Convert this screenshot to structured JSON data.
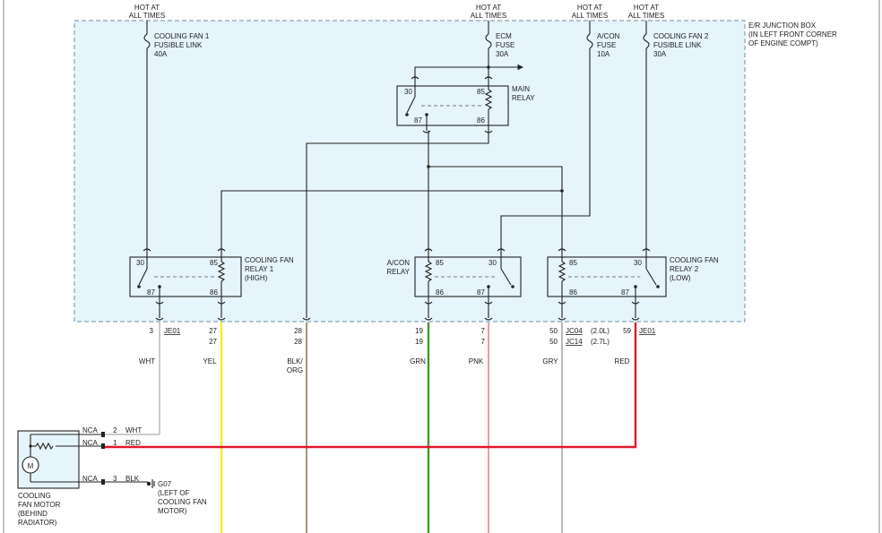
{
  "colors": {
    "junction_fill": "#e6f4fb",
    "junction_border": "#8aa3b3",
    "wire_wht": "#cccccc",
    "wire_yel": "#f2ec2a",
    "wire_blk_org": "#a0967a",
    "wire_grn": "#3f9a2a",
    "wire_pnk": "#ef9aa8",
    "wire_gry": "#b9b9b9",
    "wire_red": "#e0182b"
  },
  "hot_labels": {
    "fan1": [
      "HOT AT",
      "ALL TIMES"
    ],
    "ecm": [
      "HOT AT",
      "ALL TIMES"
    ],
    "acon": [
      "HOT AT",
      "ALL TIMES"
    ],
    "fan2": [
      "HOT AT",
      "ALL TIMES"
    ]
  },
  "junction_box": {
    "title": [
      "E/R JUNCTION BOX",
      "(IN LEFT FRONT CORNER",
      "OF ENGINE COMPT)"
    ]
  },
  "fuses": {
    "fan1": [
      "COOLING FAN 1",
      "FUSIBLE LINK",
      "40A"
    ],
    "ecm": [
      "ECM",
      "FUSE",
      "30A"
    ],
    "acon": [
      "A/CON",
      "FUSE",
      "10A"
    ],
    "fan2": [
      "COOLING FAN 2",
      "FUSIBLE LINK",
      "30A"
    ]
  },
  "relays": {
    "main": {
      "name": [
        "MAIN",
        "RELAY"
      ],
      "pins": [
        "30",
        "85",
        "87",
        "86"
      ]
    },
    "fan1": {
      "name": [
        "COOLING FAN",
        "RELAY 1",
        "(HIGH)"
      ],
      "pins": [
        "30",
        "85",
        "87",
        "86"
      ]
    },
    "acon": {
      "name": [
        "A/CON",
        "RELAY"
      ],
      "pins": [
        "85",
        "30",
        "86",
        "87"
      ]
    },
    "fan2": {
      "name": [
        "COOLING FAN",
        "RELAY 2",
        "(LOW)"
      ],
      "pins": [
        "85",
        "30",
        "86",
        "87"
      ]
    }
  },
  "terminals": {
    "wht": {
      "pin1": "3",
      "conn": "JE01",
      "color": "WHT"
    },
    "yel": {
      "pin1": "27",
      "pin2": "27",
      "color": "YEL"
    },
    "blkorg": {
      "pin1": "28",
      "pin2": "28",
      "color1": "BLK/",
      "color2": "ORG"
    },
    "grn": {
      "pin1": "19",
      "pin2": "19",
      "color": "GRN"
    },
    "pnk": {
      "pin1": "7",
      "pin2": "7",
      "color": "PNK"
    },
    "gry": {
      "pin1": "50",
      "pin2": "50",
      "conn1": "JC04",
      "conn2": "JC14",
      "note1": "(2.0L)",
      "note2": "(2.7L)",
      "color": "GRY"
    },
    "red": {
      "pin1": "59",
      "conn": "JE01",
      "color": "RED"
    }
  },
  "motor": {
    "symbol": "M",
    "name": [
      "COOLING",
      "FAN MOTOR",
      "(BEHIND",
      "RADIATOR)"
    ],
    "rows": [
      {
        "conn": "NCA",
        "pin": "2",
        "color": "WHT"
      },
      {
        "conn": "NCA",
        "pin": "1",
        "color": "RED"
      },
      {
        "conn": "NCA",
        "pin": "3",
        "color": "BLK"
      }
    ]
  },
  "ground": {
    "name": "G07",
    "desc": [
      "(LEFT OF",
      "COOLING FAN",
      "MOTOR)"
    ]
  }
}
